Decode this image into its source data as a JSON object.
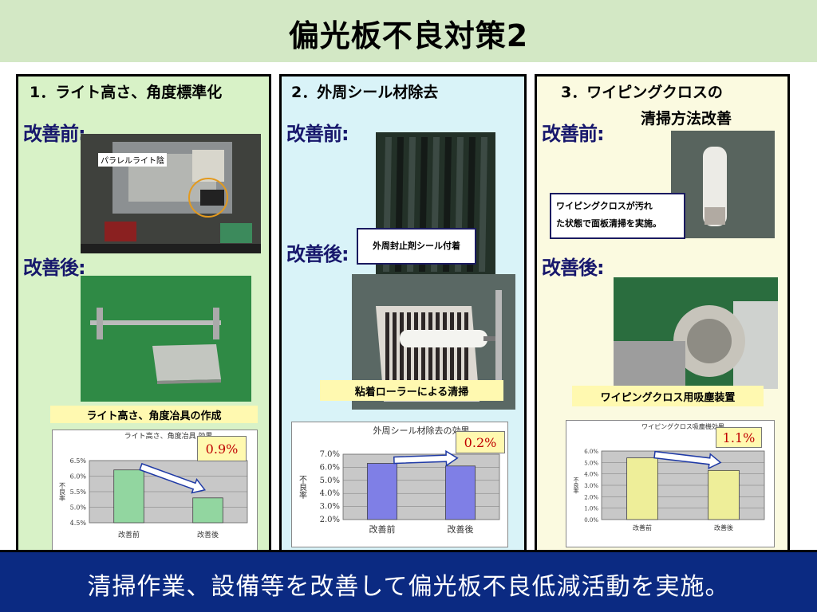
{
  "title": "偏光板不良対策2",
  "labels": {
    "before": "改善前:",
    "after": "改善後:"
  },
  "panels": [
    {
      "title": "1．ライト高さ、角度標準化",
      "photo_tag": "パラレルライト陰",
      "callout": "ライト高さ、角度冶具の作成"
    },
    {
      "title": "2．外周シール材除去",
      "note": "外周封止剤シール付着",
      "callout": "粘着ローラーによる清掃"
    },
    {
      "title_line1": "3．ワイピングクロスの",
      "title_line2": "清掃方法改善",
      "note_line1": "ワイピングクロスが汚れ",
      "note_line2": "た状態で面板清掃を実施。",
      "callout": "ワイピングクロス用吸塵装置"
    }
  ],
  "chart_data": [
    {
      "type": "bar",
      "title": "ライト高さ、角度冶具 効果",
      "ylabel": "不良率",
      "categories": [
        "改善前",
        "改善後"
      ],
      "values": [
        6.2,
        5.3
      ],
      "ylim": [
        4.5,
        6.5
      ],
      "ticks": [
        "6.5%",
        "6.0%",
        "5.5%",
        "5.0%",
        "4.5%"
      ],
      "annotation": "0.9%",
      "bar_color": "#92d6a0",
      "grid": true
    },
    {
      "type": "bar",
      "title": "外周シール材除去の効果",
      "ylabel": "不良率",
      "categories": [
        "改善前",
        "改善後"
      ],
      "values": [
        6.3,
        6.1
      ],
      "ylim": [
        2.0,
        7.0
      ],
      "ticks": [
        "7.0%",
        "6.0%",
        "5.0%",
        "4.0%",
        "3.0%",
        "2.0%"
      ],
      "annotation": "0.2%",
      "bar_color": "#7f7fe6",
      "grid": true
    },
    {
      "type": "bar",
      "title": "ワイピングクロス吸塵機効果",
      "ylabel": "不良率",
      "categories": [
        "改善前",
        "改善後"
      ],
      "values": [
        5.4,
        4.3
      ],
      "ylim": [
        0.0,
        6.0
      ],
      "ticks": [
        "6.0%",
        "5.0%",
        "4.0%",
        "3.0%",
        "2.0%",
        "1.0%",
        "0.0%"
      ],
      "annotation": "1.1%",
      "bar_color": "#eeee99",
      "grid": true
    }
  ],
  "footer": "清掃作業、設備等を改善して偏光板不良低減活動を実施。"
}
